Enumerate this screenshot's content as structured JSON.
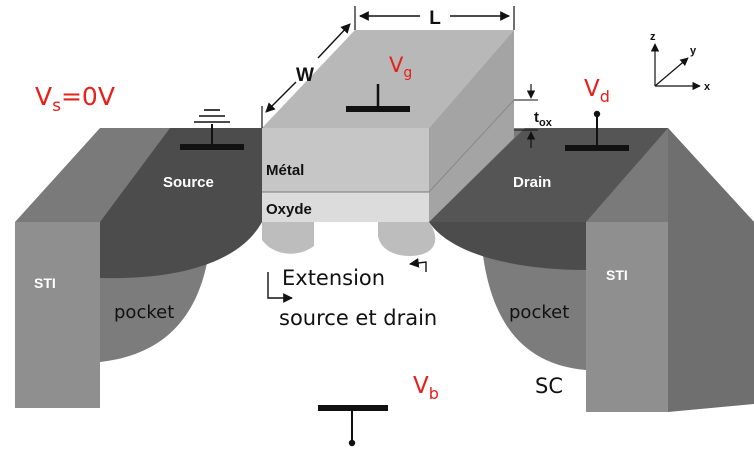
{
  "diagram": {
    "labels": {
      "source": "Source",
      "drain": "Drain",
      "metal": "Métal",
      "oxide": "Oxyde",
      "sti_left": "STI",
      "sti_right": "STI",
      "pocket_left": "pocket",
      "pocket_right": "pocket",
      "extension_line1": "Extension",
      "extension_line2": "source et drain",
      "substrate": "SC",
      "gate_length": "L",
      "gate_width": "W",
      "oxide_thickness_main": "t",
      "oxide_thickness_sub": "ox"
    },
    "voltages": {
      "source_main": "V",
      "source_sub": "s",
      "source_value": "=0V",
      "gate_main": "V",
      "gate_sub": "g",
      "drain_main": "V",
      "drain_sub": "d",
      "bulk_main": "V",
      "bulk_sub": "b"
    },
    "axes": {
      "x": "x",
      "y": "y",
      "z": "z"
    },
    "colors": {
      "voltage_label": "#e8201a",
      "top_surface": "#777777",
      "dark_region": "#4a4a4a",
      "block_front": "#8e8e8e",
      "gate_top": "#b5b5b5",
      "oxide": "#d0d0d0"
    }
  }
}
